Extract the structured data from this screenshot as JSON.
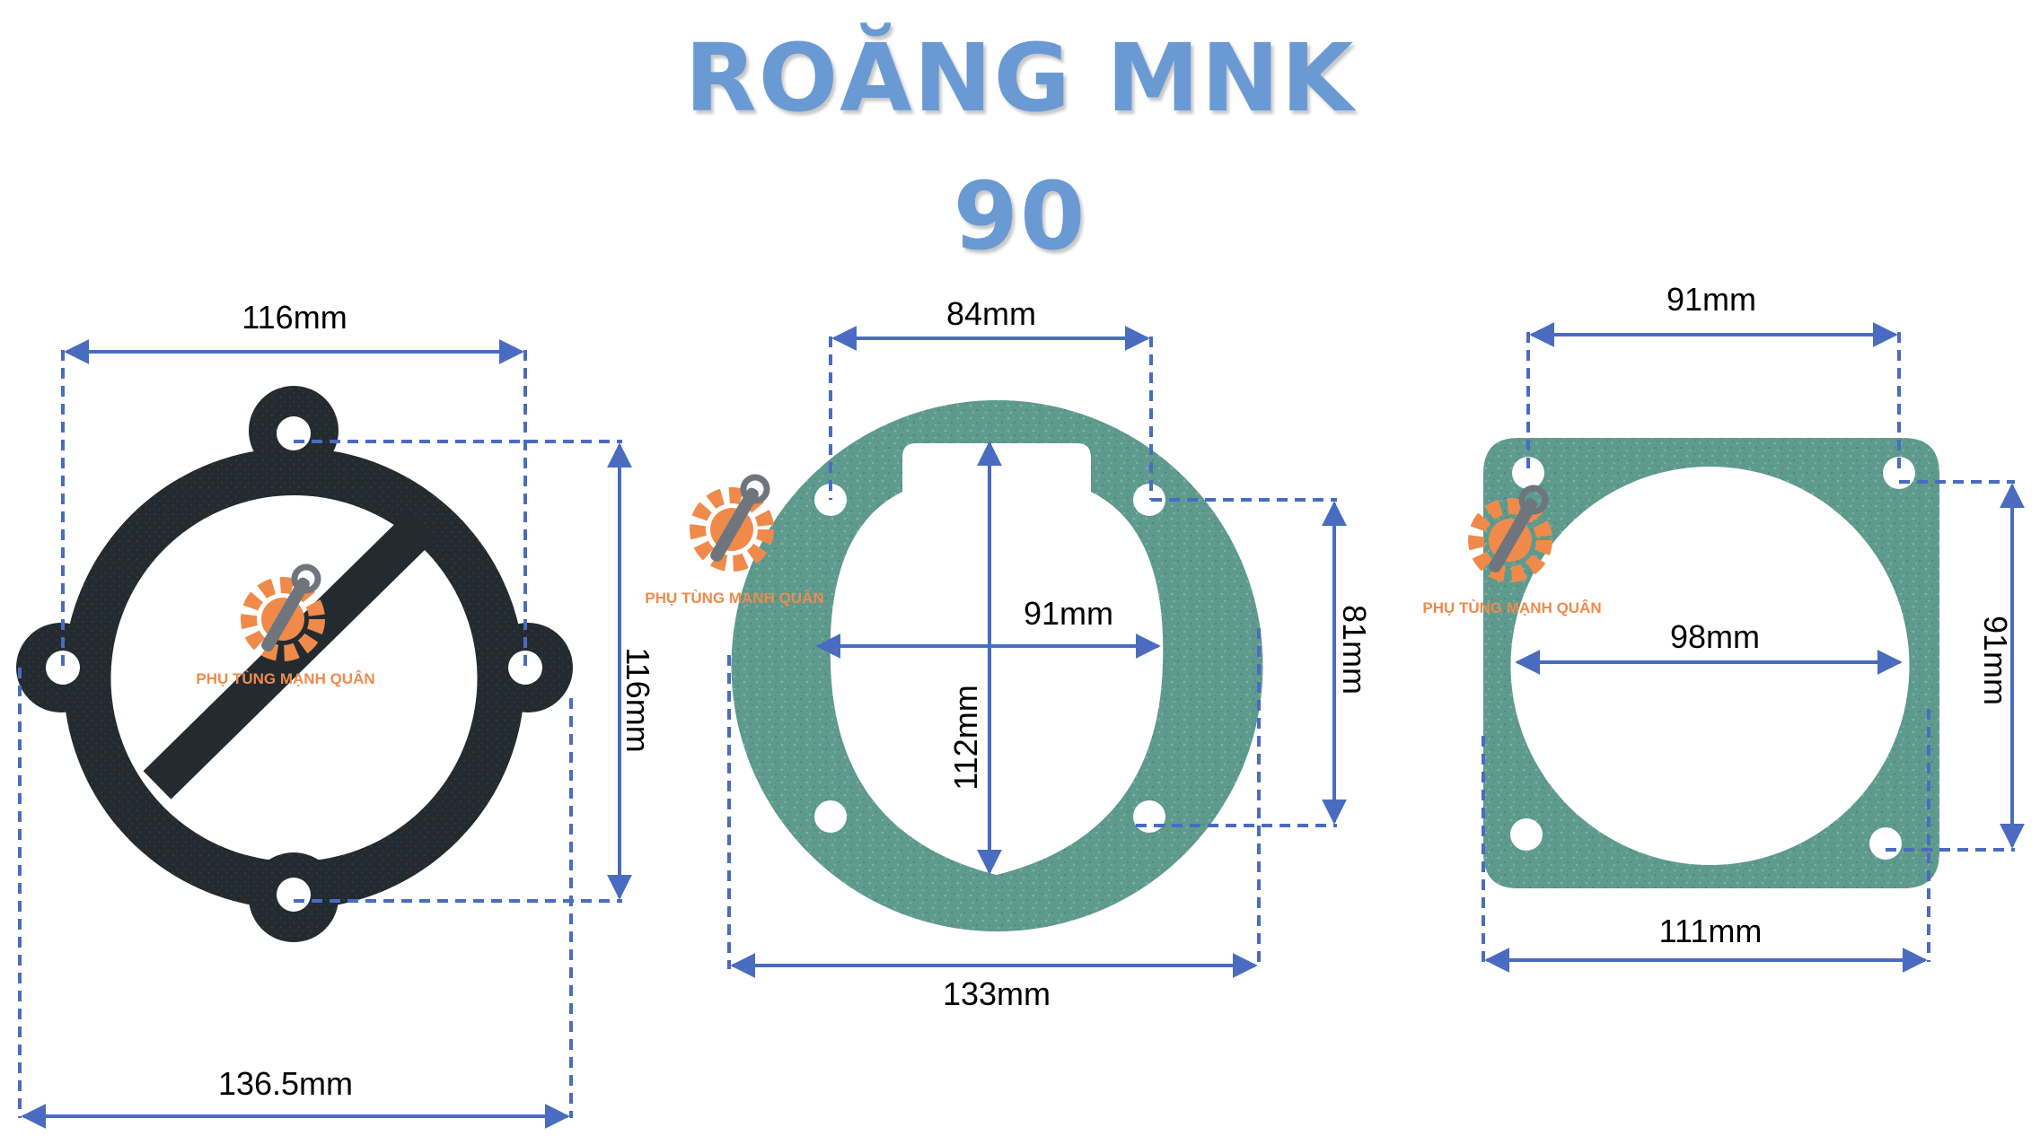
{
  "title": {
    "line1": "ROĂNG MNK",
    "line2": "90"
  },
  "colors": {
    "title": "#6a9ad4",
    "dimension_line": "#4a6cc0",
    "gasket_black": "#232a30",
    "gasket_green": "#5f9a8e",
    "logo_orange": "#f08a4b",
    "logo_grey": "#6f757c"
  },
  "watermark": {
    "text": "PHỤ TÙNG MẠNH QUÂN",
    "icon": "wrench-gear-logo-icon"
  },
  "gaskets": [
    {
      "name": "black-round-gasket",
      "dimensions": {
        "hole_span_top": "116mm",
        "hole_span_side": "116mm",
        "overall_width": "136.5mm"
      }
    },
    {
      "name": "green-round-gasket",
      "dimensions": {
        "hole_span_top": "84mm",
        "bore_width": "91mm",
        "bore_height": "112mm",
        "hole_span_side": "81mm",
        "overall_width": "133mm"
      }
    },
    {
      "name": "green-square-gasket",
      "dimensions": {
        "hole_span_top": "91mm",
        "bore_width": "98mm",
        "hole_span_side": "91mm",
        "overall_width": "111mm"
      }
    }
  ]
}
